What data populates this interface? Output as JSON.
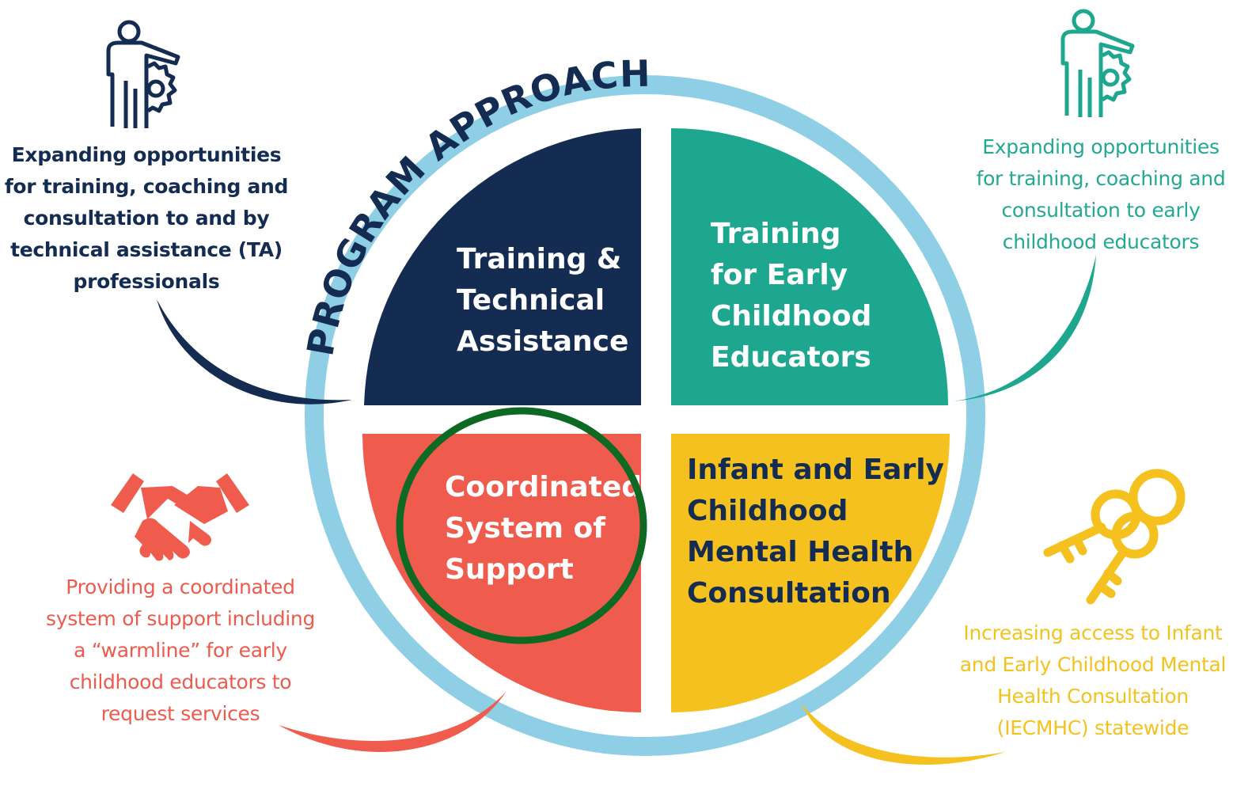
{
  "ring_title": "PROGRAM APPROACH",
  "quadrants": {
    "ta": {
      "lines": [
        "Training &",
        "Technical",
        "Assistance"
      ],
      "color": "#142c51",
      "text_color": "#ffffff"
    },
    "ece": {
      "lines": [
        "Training",
        "for Early",
        "Childhood",
        "Educators"
      ],
      "color": "#1ea78f",
      "text_color": "#ffffff"
    },
    "cs": {
      "lines": [
        "Coordinated",
        "System of",
        "Support"
      ],
      "color": "#ef5b4c",
      "text_color": "#ffffff"
    },
    "iecmhc": {
      "lines": [
        "Infant and Early",
        "Childhood",
        "Mental Health",
        "Consultation"
      ],
      "color": "#f5c11e",
      "text_color": "#142c51"
    }
  },
  "callouts": {
    "ta": {
      "lines": [
        "Expanding opportunities",
        "for training, coaching and",
        "consultation to and by",
        "technical assistance (TA)",
        "professionals"
      ],
      "icon": "person-gear-icon",
      "color": "#142c51"
    },
    "ece": {
      "lines": [
        "Expanding opportunities",
        "for training, coaching and",
        "consultation to early",
        "childhood educators"
      ],
      "icon": "person-gear-icon",
      "color": "#23a891"
    },
    "cs": {
      "lines": [
        "Providing a coordinated",
        "system of support including",
        "a “warmline” for early",
        "childhood educators to",
        "request services"
      ],
      "icon": "handshake-icon",
      "color": "#ec5b4d"
    },
    "iecmhc": {
      "lines": [
        "Increasing access to Infant",
        "and Early Childhood Mental",
        "Health Consultation",
        "(IECMHC) statewide"
      ],
      "icon": "keys-icon",
      "color": "#f2c21f"
    }
  },
  "colors": {
    "ring": "#8fcfe6",
    "highlight_circle": "#0e6a23"
  }
}
